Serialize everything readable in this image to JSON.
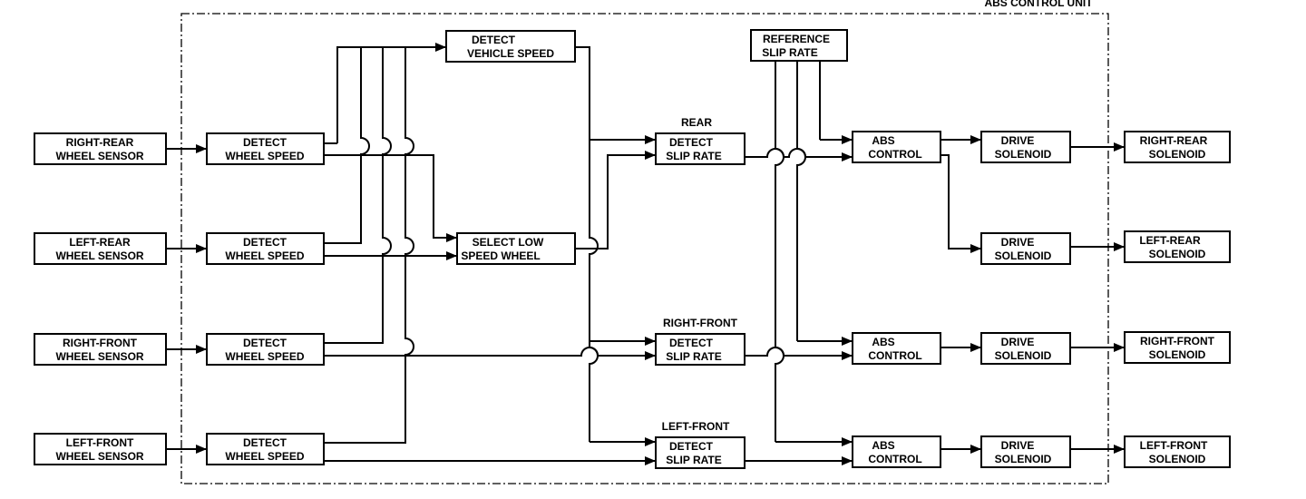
{
  "unit_label": "ABS CONTROL UNIT",
  "sensors": {
    "rr": [
      "RIGHT-REAR",
      "WHEEL SENSOR"
    ],
    "lr": [
      "LEFT-REAR",
      "WHEEL SENSOR"
    ],
    "rf": [
      "RIGHT-FRONT",
      "WHEEL SENSOR"
    ],
    "lf": [
      "LEFT-FRONT",
      "WHEEL SENSOR"
    ]
  },
  "detect_wheel_speed": [
    "DETECT",
    "WHEEL SPEED"
  ],
  "detect_vehicle_speed": [
    "DETECT",
    "VEHICLE SPEED"
  ],
  "select_low": [
    "SELECT LOW",
    "SPEED WHEEL"
  ],
  "reference_slip": [
    "REFERENCE",
    "SLIP RATE"
  ],
  "detect_slip": [
    "DETECT",
    "SLIP RATE"
  ],
  "slip_labels": {
    "rear": "REAR",
    "rf": "RIGHT-FRONT",
    "lf": "LEFT-FRONT"
  },
  "abs_control": [
    "ABS",
    "CONTROL"
  ],
  "drive_solenoid": [
    "DRIVE",
    "SOLENOID"
  ],
  "solenoids": {
    "rr": [
      "RIGHT-REAR",
      "SOLENOID"
    ],
    "lr": [
      "LEFT-REAR",
      "SOLENOID"
    ],
    "rf": [
      "RIGHT-FRONT",
      "SOLENOID"
    ],
    "lf": [
      "LEFT-FRONT",
      "SOLENOID"
    ]
  }
}
